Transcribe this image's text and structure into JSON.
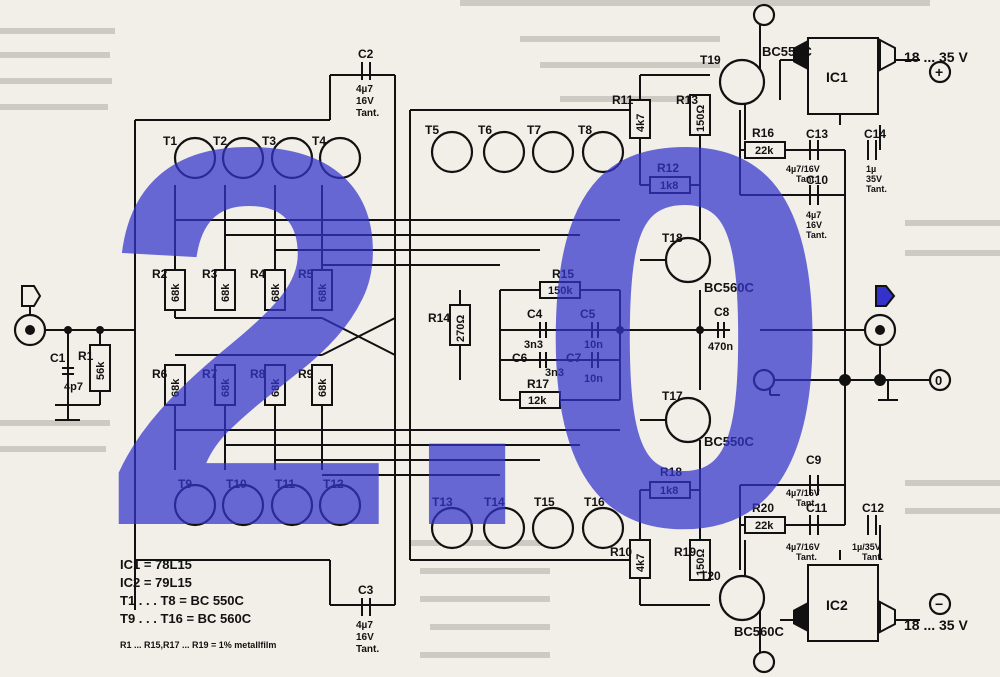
{
  "overlay": {
    "text": "2.0",
    "color": "#3333cc"
  },
  "supply": {
    "pos_label": "18 ... 35 V",
    "neg_label": "18 ... 35 V",
    "pos_sign": "+",
    "neg_sign": "−",
    "ground": "0"
  },
  "ics": [
    {
      "id": "IC1"
    },
    {
      "id": "IC2"
    }
  ],
  "transistors_top": [
    "T1",
    "T2",
    "T3",
    "T4"
  ],
  "transistors_t5": [
    "T5",
    "T6",
    "T7",
    "T8"
  ],
  "transistors_bottom": [
    "T9",
    "T10",
    "T11",
    "T12"
  ],
  "transistors_t13": [
    "T13",
    "T14",
    "T15",
    "T16"
  ],
  "resistor_values_top": [
    "68k",
    "68k",
    "68k",
    "68k"
  ],
  "resistor_names_top": [
    "R2",
    "R3",
    "R4",
    "R5"
  ],
  "resistor_values_bot": [
    "68k",
    "68k",
    "68k",
    "68k"
  ],
  "resistor_names_bot": [
    "R6",
    "R7",
    "R8",
    "R9"
  ],
  "parts": {
    "T19": "T19",
    "T19_type": "BC550C",
    "T20": "T20",
    "T20_type": "BC560C",
    "T18": "T18",
    "T18_type": "BC560C",
    "T17": "T17",
    "T17_type": "BC550C",
    "R1": "R1",
    "R1_val": "56k",
    "C1": "C1",
    "C1_val": "4p7",
    "C2": "C2",
    "C2_val": "4µ7",
    "C2_v": "16V",
    "C2_t": "Tant.",
    "C3": "C3",
    "C3_val": "4µ7",
    "C3_v": "16V",
    "C3_t": "Tant.",
    "R10": "R10",
    "R10_val": "4k7",
    "R11": "R11",
    "R11_val": "4k7",
    "R12": "R12",
    "R12_val": "1k8",
    "R13": "R13",
    "R13_val": "150Ω",
    "R14": "R14",
    "R14_val": "270Ω",
    "R15": "R15",
    "R15_val": "150k",
    "R16": "R16",
    "R16_val": "22k",
    "R17": "R17",
    "R17_val": "12k",
    "R18": "R18",
    "R18_val": "1k8",
    "R19": "R19",
    "R19_val": "150Ω",
    "R20": "R20",
    "R20_val": "22k",
    "C4": "C4",
    "C4_val": "3n3",
    "C5": "C5",
    "C5_val": "10n",
    "C6": "C6",
    "C6_val": "3n3",
    "C7": "C7",
    "C7_val": "10n",
    "C8": "C8",
    "C8_val": "470n",
    "C9": "C9",
    "C9_val": "4µ7/16V",
    "C9_t": "Tant.",
    "C10": "C10",
    "C10_val": "4µ7",
    "C10_v": "16V",
    "C10_t": "Tant.",
    "C11": "C11",
    "C11_val": "4µ7/16V",
    "C11_t": "Tant.",
    "C12": "C12",
    "C12_val": "1µ/35V",
    "C12_t": "Tant.",
    "C13": "C13",
    "C13_val": "4µ7/16V",
    "C13_t": "Tant.",
    "C14": "C14",
    "C14_val": "1µ",
    "C14_v": "35V",
    "C14_t": "Tant."
  },
  "legend": {
    "line1": "IC1 = 78L15",
    "line2": "IC2 = 79L15",
    "line3": "T1 . . . T8 = BC 550C",
    "line4": "T9 . . . T16 = BC 560C",
    "note": "R1 ... R15,R17 ... R19 = 1% metallfilm"
  }
}
